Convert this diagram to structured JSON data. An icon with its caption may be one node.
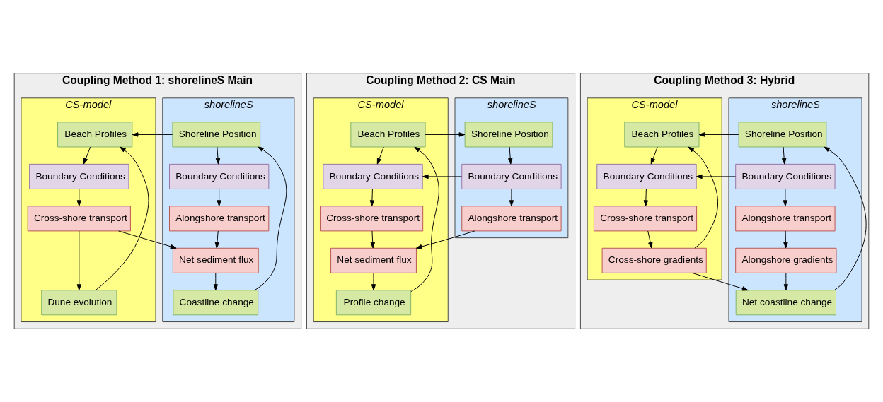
{
  "diagram": {
    "nodes": [
      {
        "text": [
          "Coupling Method 1: shorelineS Main"
        ]
      },
      {
        "text": [
          "shorelineS"
        ],
        "in": 0
      },
      {
        "text": [
          "CS-model"
        ],
        "in": 0
      },
      {
        "text": [
          "Shoreline Position"
        ],
        "in": 1
      },
      {
        "text": [
          "Boundary Conditions"
        ],
        "in": 1
      },
      {
        "text": [
          "Alongshore transport"
        ],
        "in": 1
      },
      {
        "text": [
          "Net sediment flux"
        ],
        "in": 1
      },
      {
        "text": [
          "Coastline change"
        ],
        "in": 1
      },
      {
        "text": [
          "Beach Profiles"
        ],
        "in": 2
      },
      {
        "text": [
          "Boundary Conditions"
        ],
        "in": 2
      },
      {
        "text": [
          "Cross-shore transport"
        ],
        "in": 2
      },
      {
        "text": [
          "Dune evolution"
        ],
        "in": 2
      },
      {
        "text": [
          "Coupling Method 2: CS Main"
        ]
      },
      {
        "text": [
          "shorelineS"
        ],
        "in": 12
      },
      {
        "text": [
          "CS-model"
        ],
        "in": 12
      },
      {
        "text": [
          "Shoreline Position"
        ],
        "in": 13
      },
      {
        "text": [
          "Boundary Conditions"
        ],
        "in": 13
      },
      {
        "text": [
          "Alongshore transport"
        ],
        "in": 13
      },
      {
        "text": [
          "Beach Profiles"
        ],
        "in": 14
      },
      {
        "text": [
          "Boundary Conditions"
        ],
        "in": 14
      },
      {
        "text": [
          "Cross-shore transport"
        ],
        "in": 14
      },
      {
        "text": [
          "Net sediment flux"
        ],
        "in": 14
      },
      {
        "text": [
          "Profile change"
        ],
        "in": 14
      },
      {
        "text": [
          "Coupling Method 3: Hybrid"
        ]
      },
      {
        "text": [
          "shorelineS"
        ],
        "in": 23
      },
      {
        "text": [
          "CS-model"
        ],
        "in": 23
      },
      {
        "text": [
          "Shoreline Position"
        ],
        "in": 24
      },
      {
        "text": [
          "Boundary Conditions"
        ],
        "in": 24
      },
      {
        "text": [
          "Alongshore transport"
        ],
        "in": 24
      },
      {
        "text": [
          "Alongshore gradients"
        ],
        "in": 24
      },
      {
        "text": [
          "Net coastline change"
        ],
        "in": 24
      },
      {
        "text": [
          "Beach Profiles"
        ],
        "in": 25
      },
      {
        "text": [
          "Boundary Conditions"
        ],
        "in": 25
      },
      {
        "text": [
          "Cross-shore transport"
        ],
        "in": 25
      },
      {
        "text": [
          "Cross-shore gradients"
        ],
        "in": 25
      }
    ],
    "edges": [
      {
        "from": 3,
        "to": 4,
        "arrow": "to"
      },
      {
        "from": 4,
        "to": 5,
        "arrow": "to"
      },
      {
        "from": 5,
        "to": 6,
        "arrow": "to"
      },
      {
        "from": 6,
        "to": 7,
        "arrow": "to"
      },
      {
        "from": 7,
        "to": 3,
        "arrow": "to"
      },
      {
        "from": 3,
        "to": 8,
        "arrow": "to"
      },
      {
        "from": 8,
        "to": 9,
        "arrow": "to"
      },
      {
        "from": 9,
        "to": 10,
        "arrow": "to"
      },
      {
        "from": 10,
        "to": 6,
        "arrow": "to"
      },
      {
        "from": 10,
        "to": 11,
        "arrow": "to"
      },
      {
        "from": 11,
        "to": 8,
        "arrow": "to"
      },
      {
        "from": 18,
        "to": 15,
        "arrow": "to"
      },
      {
        "from": 15,
        "to": 16,
        "arrow": "to"
      },
      {
        "from": 16,
        "to": 17,
        "arrow": "to"
      },
      {
        "from": 16,
        "to": 19,
        "arrow": "to"
      },
      {
        "from": 18,
        "to": 19,
        "arrow": "to"
      },
      {
        "from": 19,
        "to": 20,
        "arrow": "to"
      },
      {
        "from": 20,
        "to": 21,
        "arrow": "to"
      },
      {
        "from": 17,
        "to": 21,
        "arrow": "to"
      },
      {
        "from": 21,
        "to": 22,
        "arrow": "to"
      },
      {
        "from": 22,
        "to": 18,
        "arrow": "to"
      },
      {
        "from": 26,
        "to": 27,
        "arrow": "to"
      },
      {
        "from": 27,
        "to": 28,
        "arrow": "to"
      },
      {
        "from": 28,
        "to": 29,
        "arrow": "to"
      },
      {
        "from": 29,
        "to": 30,
        "arrow": "to"
      },
      {
        "from": 30,
        "to": 26,
        "arrow": "to"
      },
      {
        "from": 26,
        "to": 31,
        "arrow": "to"
      },
      {
        "from": 27,
        "to": 32,
        "arrow": "to"
      },
      {
        "from": 31,
        "to": 32,
        "arrow": "to"
      },
      {
        "from": 32,
        "to": 33,
        "arrow": "to"
      },
      {
        "from": 33,
        "to": 34,
        "arrow": "to"
      },
      {
        "from": 34,
        "to": 31,
        "arrow": "to"
      },
      {
        "from": 34,
        "to": 30,
        "arrow": "to"
      }
    ]
  }
}
